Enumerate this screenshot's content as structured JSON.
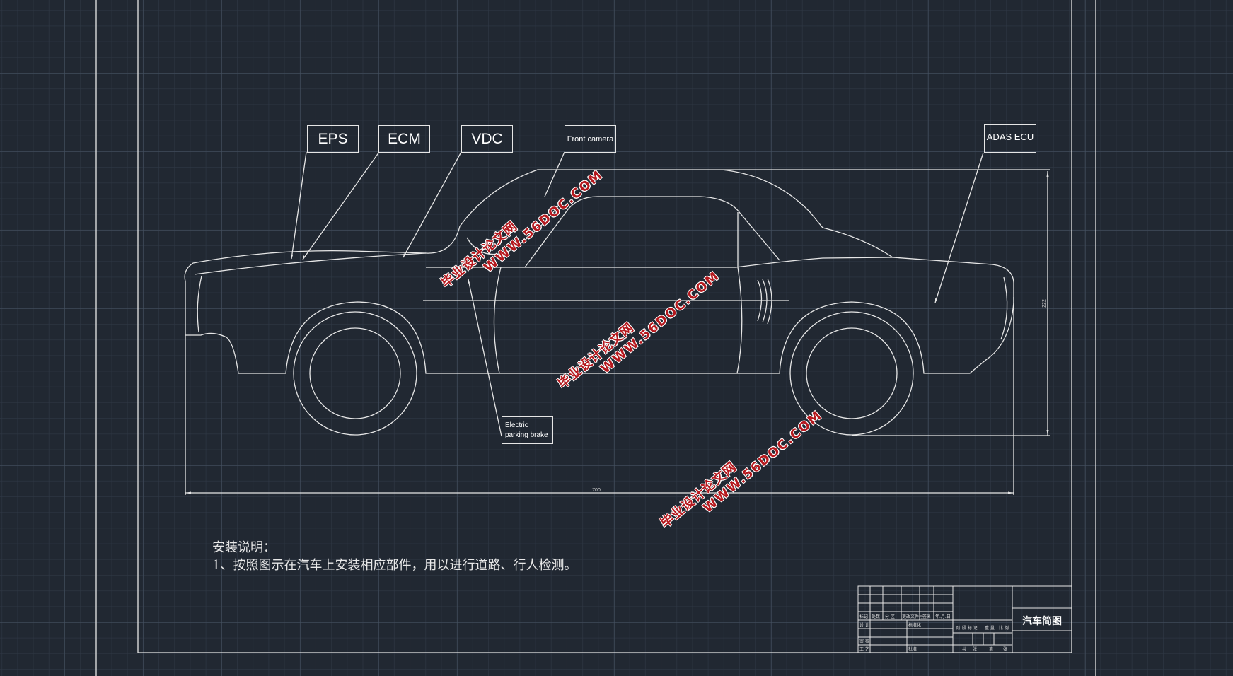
{
  "labels": {
    "eps": "EPS",
    "ecm": "ECM",
    "vdc": "VDC",
    "front_camera": "Front camera",
    "adas_ecu": "ADAS ECU",
    "epb_line1": "Electric",
    "epb_line2": "parking brake"
  },
  "dimensions": {
    "length": "700",
    "height": "222"
  },
  "notes": {
    "heading": "安装说明：",
    "line1": "1、按照图示在汽车上安装相应部件，用以进行道路、行人检测。"
  },
  "title_block": {
    "drawing_title": "汽车简图",
    "row_labels": [
      "标记",
      "处数",
      "分 区",
      "更改文件号",
      "签名",
      "年.月.日"
    ],
    "side_labels": [
      "设 计",
      "标准化",
      "审 核",
      "工 艺",
      "批准"
    ],
    "stage_labels": [
      "阶 段 标 记",
      "重 量",
      "比 例"
    ],
    "sheet_labels": [
      "共",
      "张",
      "第",
      "张"
    ]
  },
  "watermark": {
    "line1": "毕业设计论文网",
    "line2": "WWW.56DOC.COM"
  },
  "colors": {
    "background": "#212832",
    "lines": "#e6e6e6",
    "watermark": "#b5191e"
  }
}
